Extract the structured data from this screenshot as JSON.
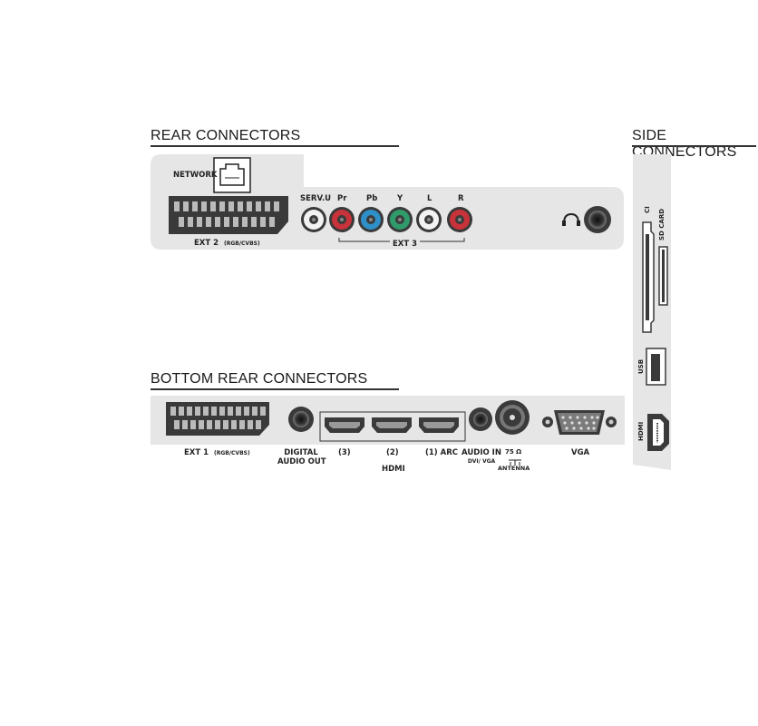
{
  "rear": {
    "title": "REAR CONNECTORS",
    "network": "NETWORK",
    "ext2": "EXT 2",
    "ext2_sub": "(RGB/CVBS)",
    "servu": "SERV.U",
    "pr": "Pr",
    "pb": "Pb",
    "y": "Y",
    "l": "L",
    "r": "R",
    "ext3": "EXT 3"
  },
  "bottom": {
    "title": "BOTTOM REAR CONNECTORS",
    "ext1": "EXT 1",
    "ext1_sub": "(RGB/CVBS)",
    "digital_audio_line1": "DIGITAL",
    "digital_audio_line2": "AUDIO OUT",
    "hdmi3": "(3)",
    "hdmi2": "(2)",
    "hdmi1": "(1) ARC",
    "hdmi_group": "HDMI",
    "audio_in": "AUDIO IN",
    "audio_in_sub": "DVI/ VGA",
    "antenna_ohm": "75 Ω",
    "antenna": "ANTENNA",
    "vga": "VGA"
  },
  "side": {
    "title": "SIDE CONNECTORS",
    "ci": "CI",
    "sd_card": "SD CARD",
    "usb": "USB",
    "hdmi": "HDMI"
  },
  "colors": {
    "panel": "#e6e6e6",
    "jack_red": "#c8323a",
    "jack_blue": "#2f8fc8",
    "jack_green": "#2f9a6a",
    "jack_white": "#f2f2f2",
    "dark": "#3a3a3a"
  }
}
